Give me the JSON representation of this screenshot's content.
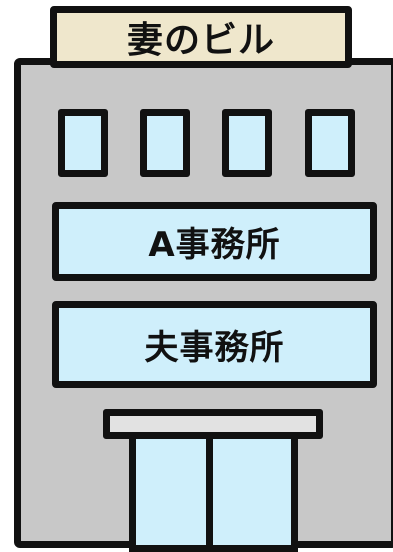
{
  "building": {
    "sign_label": "妻のビル",
    "offices": [
      {
        "label": "A事務所"
      },
      {
        "label": "夫事務所"
      }
    ],
    "window_count": 4,
    "colors": {
      "sign_bg": "#efe7cc",
      "wall": "#c8c8c8",
      "glass": "#cfeffb",
      "outline": "#111111",
      "canopy": "#e2e2e2"
    }
  }
}
